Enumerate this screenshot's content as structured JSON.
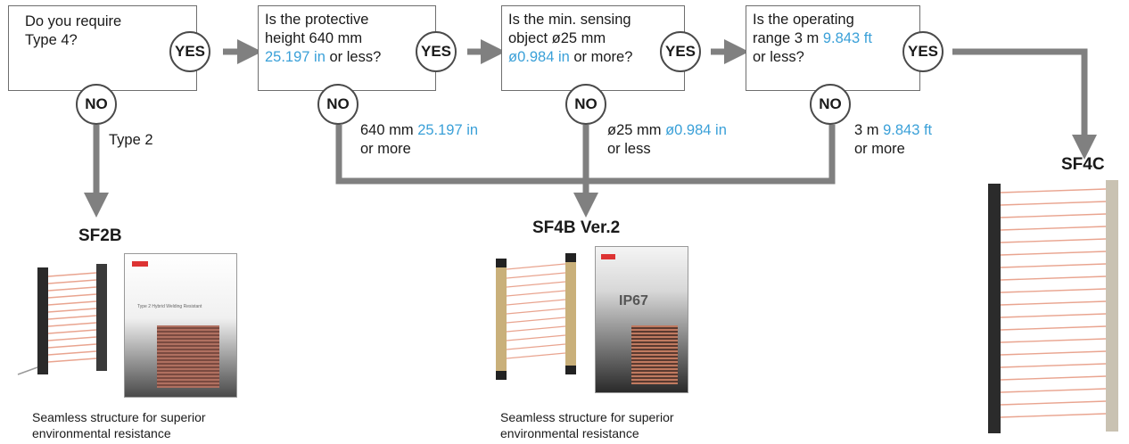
{
  "questions": [
    {
      "line1": "Do you require",
      "line2": "Type 4?",
      "yes": "YES",
      "no": "NO"
    },
    {
      "line1": "Is the protective",
      "line2": "height 640 mm",
      "line3_blue": "25.197 in",
      "line3_rest": " or less?",
      "yes": "YES",
      "no": "NO"
    },
    {
      "line1": "Is the min. sensing",
      "line2": "object ø25 mm",
      "line3_blue": "ø0.984 in",
      "line3_rest": " or more?",
      "yes": "YES",
      "no": "NO"
    },
    {
      "line1": "Is the operating",
      "line2_pre": "range 3 m ",
      "line2_blue": "9.843 ft",
      "line3": "or less?",
      "yes": "YES",
      "no": "NO"
    }
  ],
  "no_labels": {
    "q1": "Type 2",
    "q2": {
      "pre": "640 mm ",
      "blue": "25.197 in",
      "line2": "or more"
    },
    "q3": {
      "pre": "ø25 mm ",
      "blue": "ø0.984 in",
      "line2": "or less"
    },
    "q4": {
      "pre": "3 m ",
      "blue": "9.843 ft",
      "line2": "or more"
    }
  },
  "products": {
    "sf2b": {
      "name": "SF2B",
      "desc1": "Seamless structure for superior",
      "desc2": "environmental resistance",
      "catalog_text": "Type 2 Hybrid Welding Resistant"
    },
    "sf4b": {
      "name": "SF4B Ver.2",
      "desc1": "Seamless structure for superior",
      "desc2": "environmental resistance",
      "catalog_badge": "IP67"
    },
    "sf4c": {
      "name": "SF4C"
    }
  },
  "colors": {
    "accent_blue": "#3aa0d8",
    "arrow_gray": "#808080",
    "box_border": "#6e6e6e",
    "beam_red": "#e9a48f"
  }
}
